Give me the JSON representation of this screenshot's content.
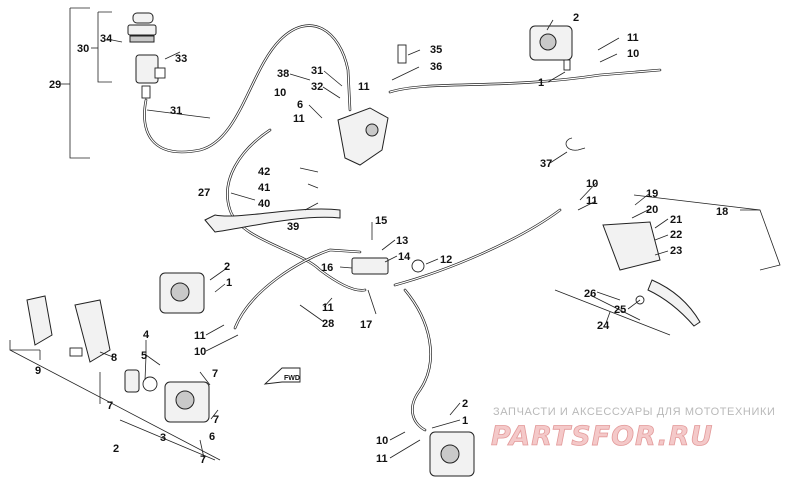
{
  "callouts": {
    "c1_top": "1",
    "c2_top": "2",
    "c10_top": "10",
    "c11_top": "11",
    "c29": "29",
    "c30": "30",
    "c31_res": "31",
    "c32": "32",
    "c33": "33",
    "c34": "34",
    "c35": "35",
    "c36": "36",
    "c31_mc": "31",
    "c38": "38",
    "c10_mc": "10",
    "c11_mc": "11",
    "c6_mc": "6",
    "c11_mc2": "11",
    "c42": "42",
    "c41": "41",
    "c40": "40",
    "c39": "39",
    "c27": "27",
    "c37": "37",
    "c10_r": "10",
    "c11_r": "11",
    "c18": "18",
    "c19": "19",
    "c20": "20",
    "c21": "21",
    "c22": "22",
    "c23": "23",
    "c26": "26",
    "c25": "25",
    "c24": "24",
    "c15": "15",
    "c13": "13",
    "c14": "14",
    "c12": "12",
    "c16": "16",
    "c11_m": "11",
    "c28": "28",
    "c17": "17",
    "c2_fl": "2",
    "c1_fl": "1",
    "c11_fl": "11",
    "c10_fl": "10",
    "c9": "9",
    "c8": "8",
    "c4": "4",
    "c5": "5",
    "c7_a": "7",
    "c7_b": "7",
    "c7_c": "7",
    "c6_b": "6",
    "c3": "3",
    "c2_b": "2",
    "c7_d": "7",
    "c2_br": "2",
    "c1_br": "1",
    "c10_br": "10",
    "c11_br": "11"
  },
  "fwd_label": "FWD",
  "watermark": {
    "tagline": "ЗАПЧАСТИ И АКСЕССУАРЫ ДЛЯ МОТОТЕХНИКИ",
    "logo": "PARTSFOR.RU"
  }
}
